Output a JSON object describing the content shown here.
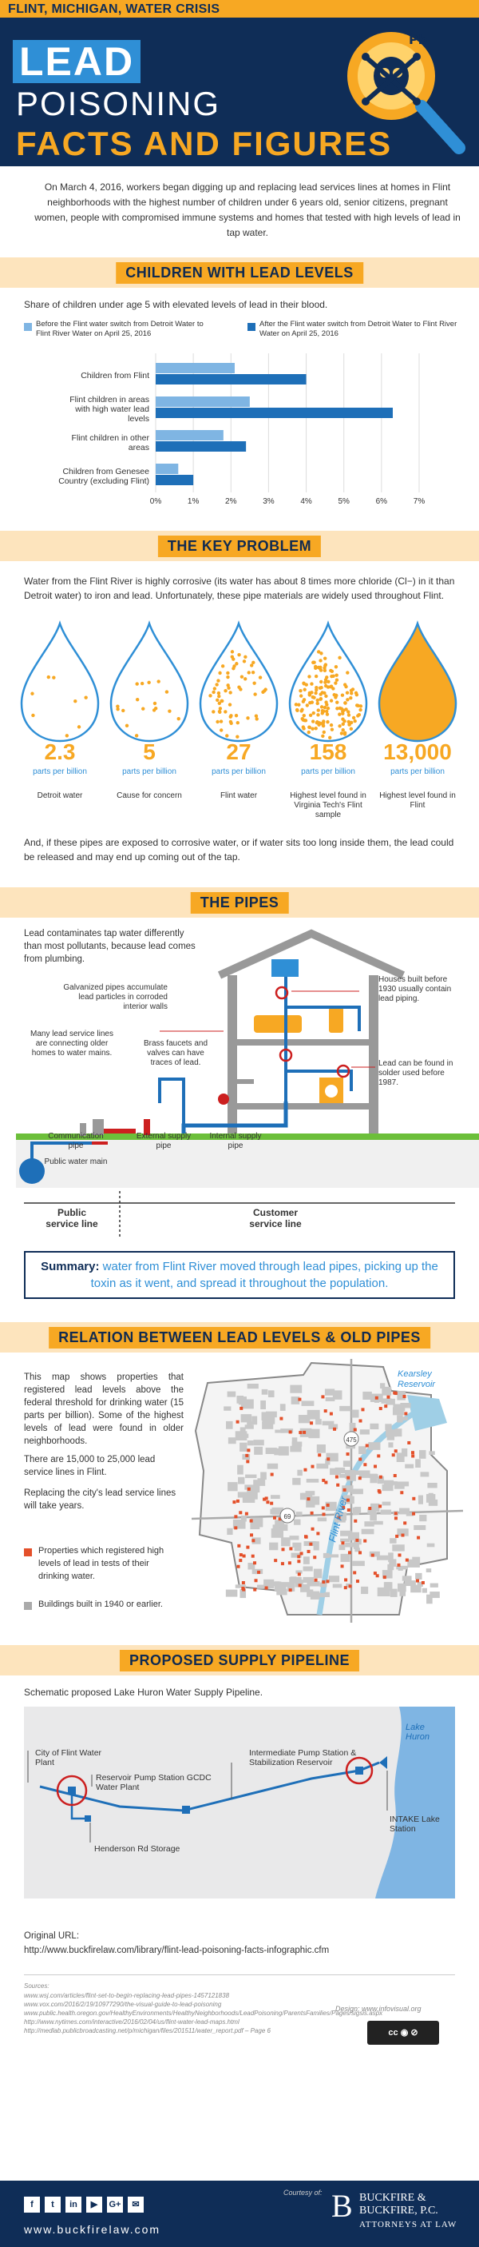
{
  "header": {
    "top_label": "FLINT, MICHIGAN, WATER CRISIS",
    "title_1": "LEAD",
    "title_2": "POISONING",
    "title_3": "FACTS AND FIGURES"
  },
  "intro": "On March 4, 2016, workers began digging up and replacing lead services lines at homes in Flint neighborhoods with the highest number of children under 6 years old, senior citizens, pregnant women, people with compromised immune systems and homes that tested with high levels of lead in tap water.",
  "children": {
    "heading": "CHILDREN WITH LEAD LEVELS",
    "subtitle": "Share of children under age 5 with elevated levels of lead in their blood.",
    "legend_before": "Before the Flint water switch from Detroit Water to Flint River Water on April 25, 2016",
    "legend_after": "After the Flint water switch from Detroit Water to Flint River Water on April 25, 2016"
  },
  "chart_data": {
    "type": "bar",
    "categories": [
      "Children from Flint",
      "Flint children in areas with high water lead levels",
      "Flint children in other areas",
      "Children from Genesee Country (excluding Flint)"
    ],
    "series": [
      {
        "name": "Before the Flint water switch from Detroit Water to Flint River Water on April 25, 2016",
        "values": [
          2.1,
          2.5,
          1.8,
          0.6
        ]
      },
      {
        "name": "After the Flint water switch from Detroit Water to Flint River Water on April 25, 2016",
        "values": [
          4.0,
          6.3,
          2.4,
          1.0
        ]
      }
    ],
    "ticks": [
      "0%",
      "1%",
      "2%",
      "3%",
      "4%",
      "5%",
      "6%",
      "7%"
    ],
    "xlim": [
      0,
      7
    ],
    "colors": [
      "#7fb5e3",
      "#1e6fb8"
    ]
  },
  "key_problem": {
    "heading": "THE KEY PROBLEM",
    "text": "Water from the Flint River is highly corrosive (its water has about 8 times more chloride (Cl−) in it than Detroit water) to iron and lead. Unfortunately, these pipe materials are widely used throughout Flint.",
    "drops": [
      {
        "value": "2.3",
        "unit": "parts per billion",
        "caption": "Detroit water",
        "fill": 0.02
      },
      {
        "value": "5",
        "unit": "parts per billion",
        "caption": "Cause for concern",
        "fill": 0.05
      },
      {
        "value": "27",
        "unit": "parts per billion",
        "caption": "Flint water",
        "fill": 0.2
      },
      {
        "value": "158",
        "unit": "parts per billion",
        "caption": "Highest level found in Virginia Tech's Flint sample",
        "fill": 0.55
      },
      {
        "value": "13,000",
        "unit": "parts per billion",
        "caption": "Highest level found in Flint",
        "fill": 1
      }
    ],
    "footer": "And, if these pipes are exposed to corrosive water, or if water sits too long inside them, the lead could be released and may end up coming out of the tap."
  },
  "pipes": {
    "heading": "THE PIPES",
    "intro": "Lead contaminates tap water differently than most pollutants, because lead comes from plumbing.",
    "note_galvanized": "Galvanized pipes accumulate lead particles in corroded interior walls",
    "note_service": "Many lead service lines are connecting older homes to water mains.",
    "note_brass": "Brass faucets and valves can have traces of lead.",
    "note_houses": "Houses built before 1930 usually contain lead piping.",
    "note_solder": "Lead can be found in solder used before 1987.",
    "label_comm": "Communication pipe",
    "label_main": "Public water main",
    "label_ext": "External supply pipe",
    "label_int": "Internal supply pipe",
    "label_public": "Public service line",
    "label_customer": "Customer service line"
  },
  "summary": {
    "lead": "Summary:",
    "text": "water from Flint River moved through lead pipes, picking up the toxin as it went, and spread it throughout the population."
  },
  "map": {
    "heading": "RELATION BETWEEN LEAD LEVELS & OLD PIPES",
    "p1": "This map shows properties that registered lead levels above the federal threshold for drinking water (15 parts per billion). Some of the highest levels of lead were found in older neighborhoods.",
    "p2": "There are 15,000 to 25,000 lead service lines in Flint.",
    "p3": "Replacing the city's lead service lines will take years.",
    "legend_red": "Properties which registered high levels of lead in tests of their drinking water.",
    "legend_gray": "Buildings built in 1940 or earlier.",
    "label_river": "Flint River",
    "label_res": "Kearsley Reservoir",
    "road_1": "475",
    "road_2": "69"
  },
  "pipeline": {
    "heading": "PROPOSED SUPPLY PIPELINE",
    "subtitle": "Schematic proposed Lake Huron Water Supply Pipeline.",
    "lake": "Lake Huron",
    "city": "City of Flint Water Plant",
    "reservoir": "Reservoir Pump Station GCDC Water Plant",
    "storage": "Henderson Rd Storage",
    "intermediate": "Intermediate Pump Station & Stabilization Reservoir",
    "intake": "INTAKE Lake Station"
  },
  "original": {
    "label": "Original URL:",
    "url": "http://www.buckfirelaw.com/library/flint-lead-poisoning-facts-infographic.cfm"
  },
  "sources": {
    "label": "Sources:",
    "lines": [
      "www.wsj.com/articles/flint-set-to-begin-replacing-lead-pipes-1457121838",
      "www.vox.com/2016/2/19/10977290/the-visual-guide-to-lead-poisoning",
      "www.public.health.oregon.gov/HealthyEnvironments/HealthyNeighborhoods/LeadPoisoning/ParentsFamilies/Pages/sigsis.aspx",
      "http://www.nytimes.com/interactive/2016/02/04/us/flint-water-lead-maps.html",
      "http://medlab.publicbroadcasting.net/p/michigan/files/201511/water_report.pdf – Page 6"
    ],
    "design": "Design: www.infovisual.org"
  },
  "footer": {
    "courtesy": "Courtesy of:",
    "url": "www.buckfirelaw.com",
    "firm_1": "BUCKFIRE &",
    "firm_2": "BUCKFIRE, P.C.",
    "firm_3": "ATTORNEYS AT LAW",
    "social": [
      "f",
      "t",
      "in",
      "▶",
      "G+",
      "✉"
    ]
  },
  "colors": {
    "navy": "#0f2d57",
    "orange": "#f7a823",
    "blue": "#2f8fd6",
    "band": "#fde4bd",
    "red": "#e4502a"
  }
}
